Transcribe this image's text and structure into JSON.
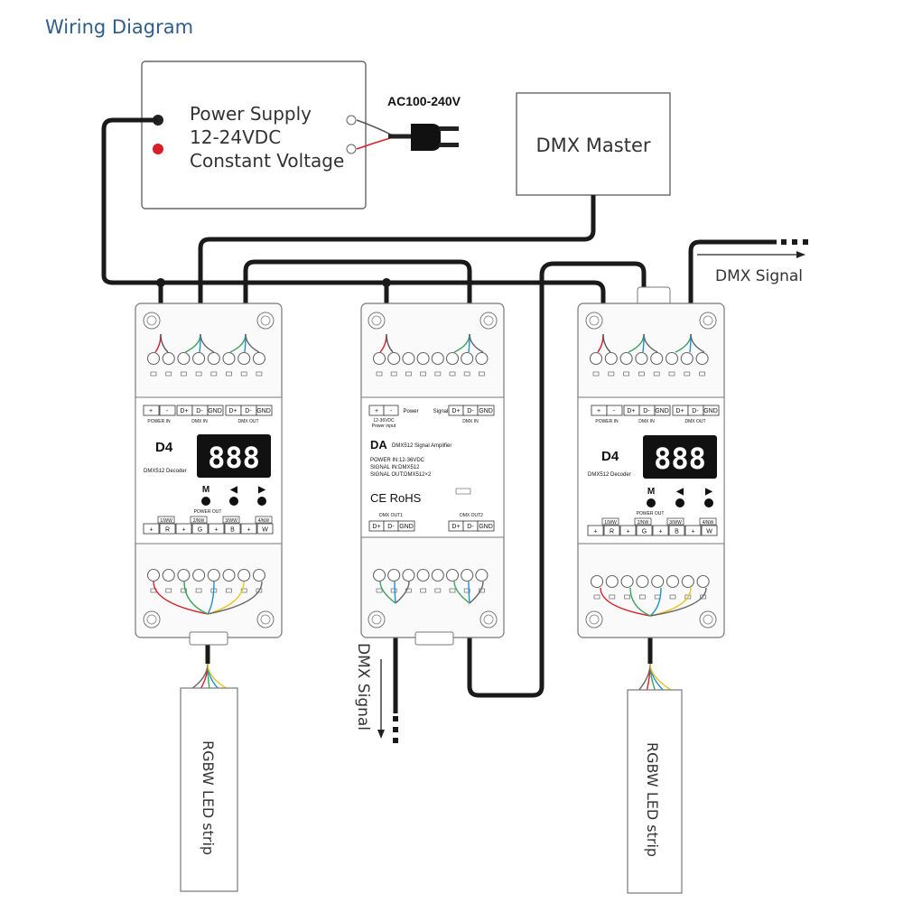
{
  "title": "Wiring Diagram",
  "power_supply": {
    "line1": "Power Supply",
    "line2": "12-24VDC",
    "line3": "Constant Voltage",
    "ac_label": "AC100-240V"
  },
  "dmx_master": {
    "label": "DMX Master"
  },
  "dmx_signal_right": "DMX Signal",
  "dmx_signal_down": "DMX Signal",
  "decoder": {
    "model": "D4",
    "name": "DMX512 Decoder",
    "display": "888",
    "buttons": [
      "M",
      "◀",
      "▶"
    ],
    "power_in_terms": [
      "+",
      "-"
    ],
    "power_in_label": "POWER IN",
    "dmx_in_terms": [
      "D+",
      "D-",
      "GND"
    ],
    "dmx_in_label": "DMX IN",
    "dmx_out_terms": [
      "D+",
      "D-",
      "GND"
    ],
    "dmx_out_label": "DMX OUT",
    "power_out_label": "POWER OUT",
    "channel_labels": [
      "1/WW",
      "2/NW",
      "3/WW",
      "4/NW"
    ],
    "out_terms": [
      "+",
      "R",
      "+",
      "G",
      "+",
      "B",
      "+",
      "W"
    ]
  },
  "amplifier": {
    "model": "DA",
    "name": "DMX512 Signal Amplifier",
    "power_terms": [
      "+",
      "-"
    ],
    "power_label": "Power",
    "power_sub1": "12-36VDC",
    "power_sub2": "Power input",
    "signal_label": "Signal",
    "dmx_in_terms": [
      "D+",
      "D-",
      "GND"
    ],
    "dmx_in_label": "DMX IN",
    "spec1": "POWER IN:12-36VDC",
    "spec2": "SIGNAL IN:DMX512",
    "spec3": "SIGNAL OUT:DMX512×2",
    "marks": "CE RoHS",
    "out1_label": "DMX OUT1",
    "out2_label": "DMX OUT2",
    "out_terms": [
      "D+",
      "D-",
      "GND"
    ]
  },
  "strip": {
    "label": "RGBW LED strip",
    "pins": [
      "+",
      "R",
      "G",
      "B",
      "W"
    ]
  }
}
